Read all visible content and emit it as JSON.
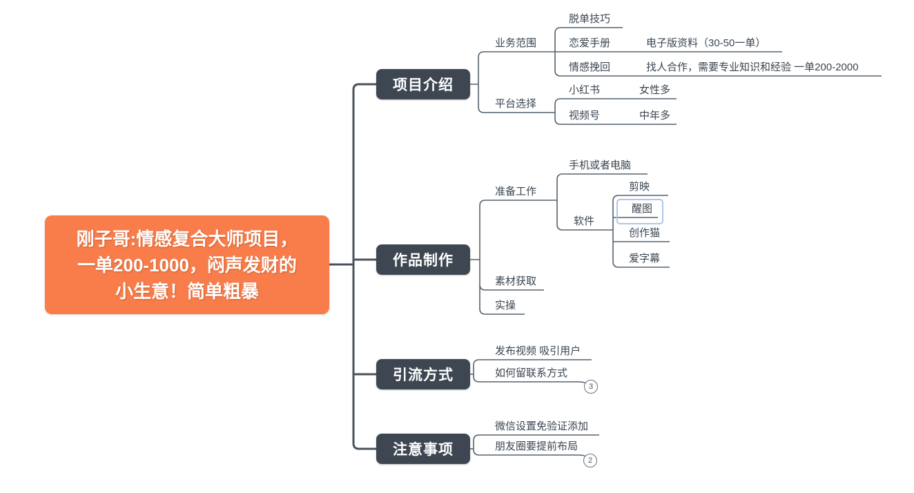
{
  "colors": {
    "root_fill": "#F87D4B",
    "topic_fill": "#3E4751",
    "line": "#4A5560",
    "selection_border": "#A9C8EA",
    "text": "#3A4550",
    "background": "#ffffff"
  },
  "root": {
    "lines": [
      "刚子哥:情感复合大师项目，",
      "一单200-1000，闷声发财的",
      "小生意！简单粗暴"
    ]
  },
  "branches": [
    {
      "label": "项目介绍",
      "children": [
        {
          "label": "业务范围",
          "children": [
            {
              "label": "脱单技巧"
            },
            {
              "label": "恋爱手册",
              "children": [
                {
                  "label": "电子版资料（30-50一单）"
                }
              ]
            },
            {
              "label": "情感挽回",
              "children": [
                {
                  "label": "找人合作，需要专业知识和经验 一单200-2000"
                }
              ]
            }
          ]
        },
        {
          "label": "平台选择",
          "children": [
            {
              "label": "小红书",
              "children": [
                {
                  "label": "女性多"
                }
              ]
            },
            {
              "label": "视频号",
              "children": [
                {
                  "label": "中年多"
                }
              ]
            }
          ]
        }
      ]
    },
    {
      "label": "作品制作",
      "children": [
        {
          "label": "准备工作",
          "children": [
            {
              "label": "手机或者电脑"
            },
            {
              "label": "软件",
              "children": [
                {
                  "label": "剪映"
                },
                {
                  "label": "醒图",
                  "selected": true
                },
                {
                  "label": "创作猫"
                },
                {
                  "label": "爱字幕"
                }
              ]
            }
          ]
        },
        {
          "label": "素材获取"
        },
        {
          "label": "实操"
        }
      ]
    },
    {
      "label": "引流方式",
      "children": [
        {
          "label": "发布视频 吸引用户"
        },
        {
          "label": "如何留联系方式",
          "collapsed_count": "3"
        }
      ]
    },
    {
      "label": "注意事项",
      "children": [
        {
          "label": "微信设置免验证添加"
        },
        {
          "label": "朋友圈要提前布局",
          "collapsed_count": "2"
        }
      ]
    }
  ]
}
